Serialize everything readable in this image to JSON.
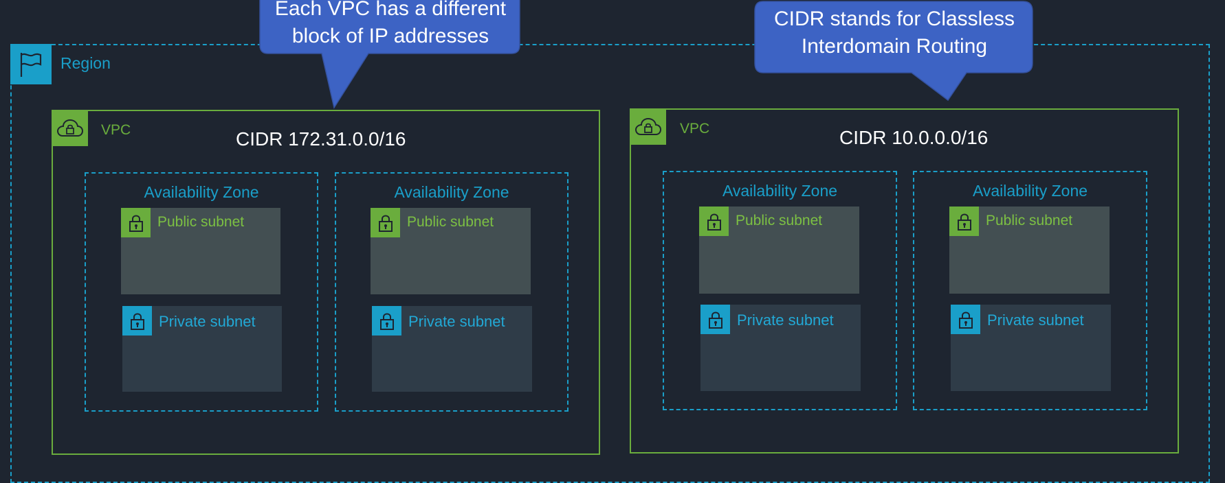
{
  "callouts": [
    {
      "line1": "Each VPC has a different",
      "line2": "block of IP addresses"
    },
    {
      "line1": "CIDR stands for Classless",
      "line2": "Interdomain Routing"
    }
  ],
  "region": {
    "label": "Region",
    "icon": "flag-icon"
  },
  "vpcs": [
    {
      "label": "VPC",
      "cidr": "CIDR 172.31.0.0/16",
      "zones": [
        {
          "label": "Availability Zone",
          "public": "Public subnet",
          "private": "Private subnet"
        },
        {
          "label": "Availability Zone",
          "public": "Public subnet",
          "private": "Private subnet"
        }
      ]
    },
    {
      "label": "VPC",
      "cidr": "CIDR 10.0.0.0/16",
      "zones": [
        {
          "label": "Availability Zone",
          "public": "Public subnet",
          "private": "Private subnet"
        },
        {
          "label": "Availability Zone",
          "public": "Public subnet",
          "private": "Private subnet"
        }
      ]
    }
  ],
  "colors": {
    "background": "#1e2530",
    "region": "#1a9fc9",
    "vpc": "#6aad3d",
    "callout": "#3d63c4",
    "public_subnet": "#434f52",
    "private_subnet": "#2f3c48"
  }
}
